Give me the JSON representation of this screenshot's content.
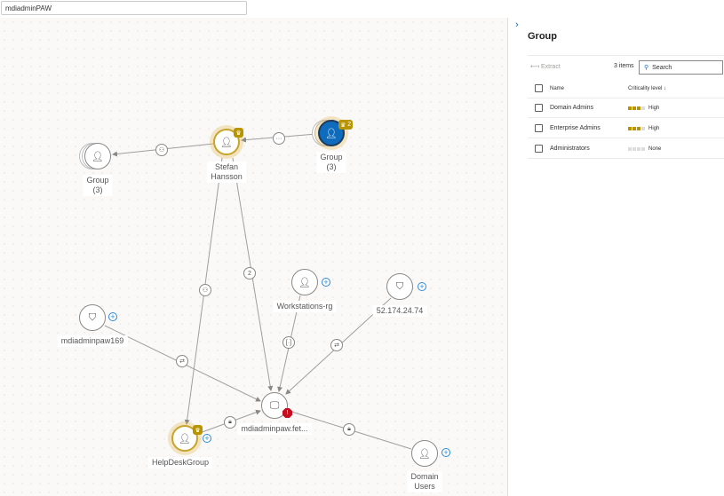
{
  "search_bar": {
    "value": "mdiadminPAW"
  },
  "graph": {
    "nodes": {
      "group_left": {
        "label": "Group",
        "count": "(3)"
      },
      "stefan": {
        "label": "Stefan",
        "label2": "Hansson"
      },
      "group_right": {
        "label": "Group",
        "count": "(3)",
        "badge": "2"
      },
      "mdiadminpaw169": {
        "label": "mdiadminpaw169"
      },
      "workstations": {
        "label": "Workstations-rg"
      },
      "ip": {
        "label": "52.174.24.74"
      },
      "device": {
        "label": "mdiadminpaw.fet..."
      },
      "helpdesk": {
        "label": "HelpDeskGroup"
      },
      "domain_users": {
        "label": "Domain",
        "label2": "Users"
      }
    },
    "edge_count": "2"
  },
  "panel": {
    "title": "Group",
    "extract": "Extract",
    "items": "3 items",
    "search_placeholder": "Search",
    "col_name": "Name",
    "col_crit": "Criticality level ↓",
    "rows": [
      {
        "name": "Domain Admins",
        "level": "High",
        "bars": 3
      },
      {
        "name": "Enterprise Admins",
        "level": "High",
        "bars": 3
      },
      {
        "name": "Administrators",
        "level": "None",
        "bars": 0
      }
    ]
  },
  "colors": {
    "accent": "#0f6cbd",
    "critical": "#b89500",
    "alert": "#c50f1f"
  }
}
